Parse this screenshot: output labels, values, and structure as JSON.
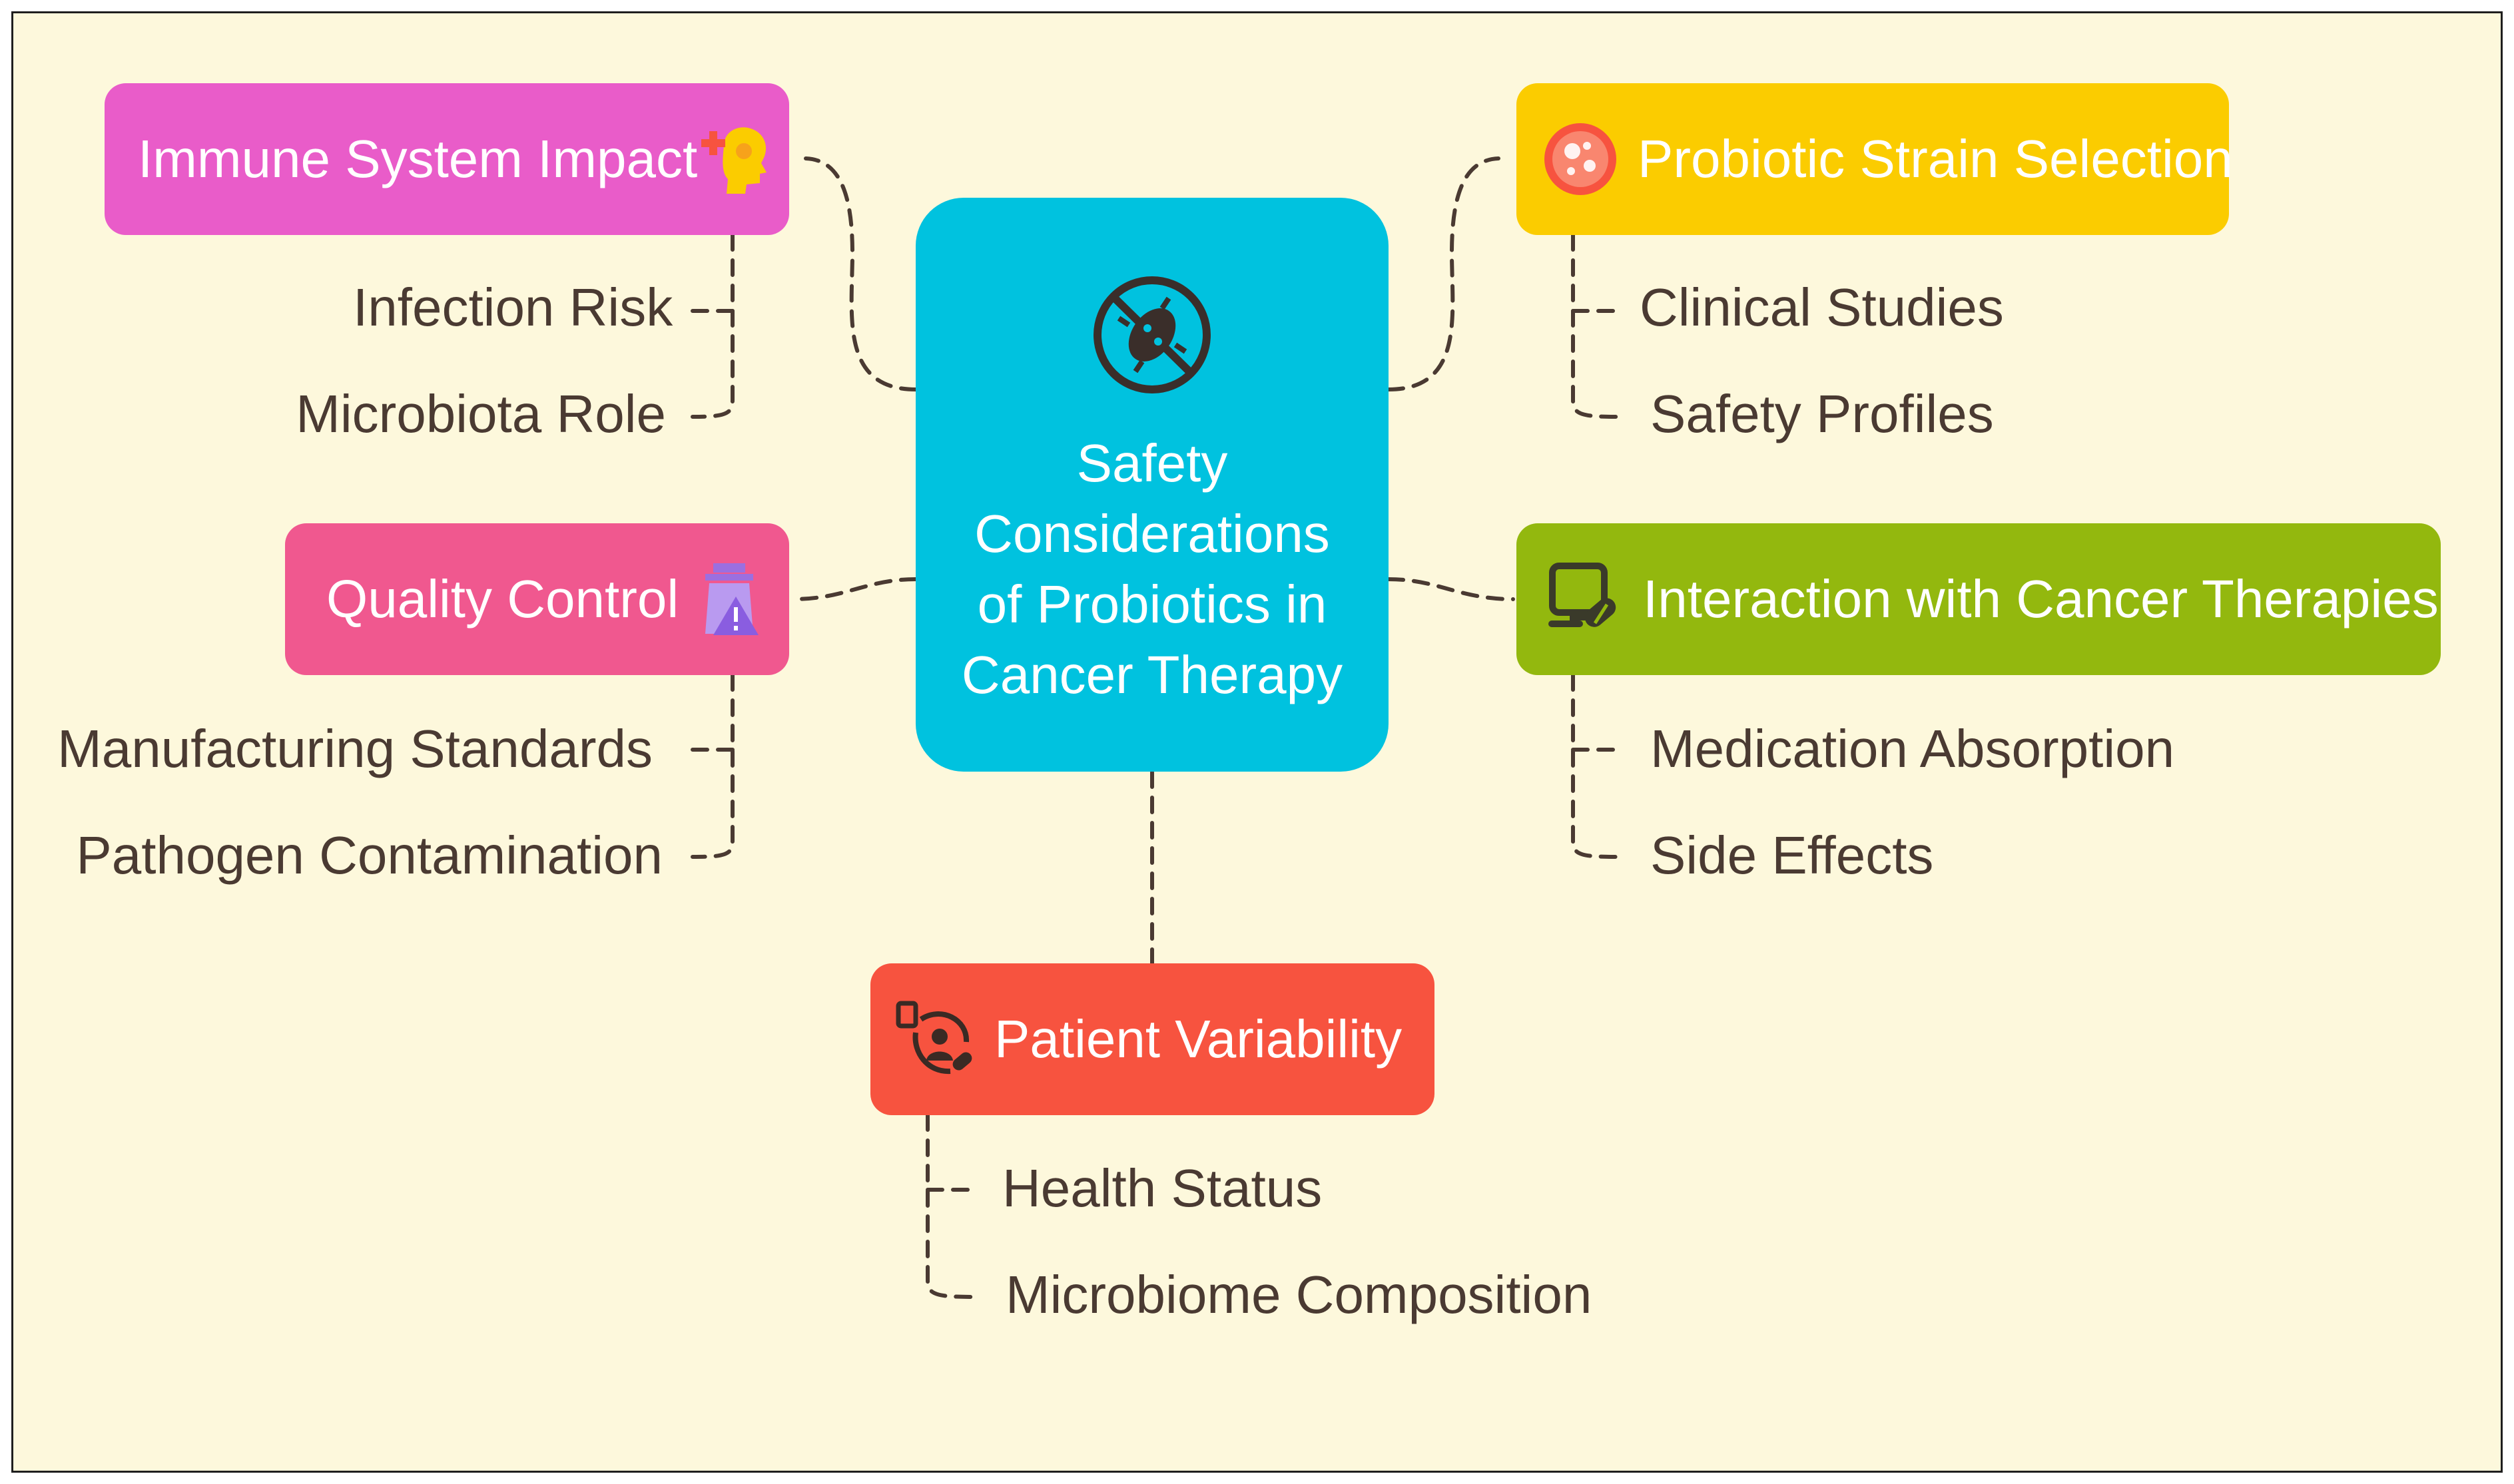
{
  "center": {
    "title_lines": [
      "Safety",
      "Considerations",
      "of Probiotics in",
      "Cancer Therapy"
    ],
    "icon": "bacteria-icon"
  },
  "branches": {
    "immune": {
      "label": "Immune System Impact",
      "color": "#e95cc9",
      "icon": "head-plus-icon",
      "items": [
        "Infection Risk",
        "Microbiota Role"
      ]
    },
    "quality": {
      "label": "Quality Control",
      "color": "#f0588f",
      "icon": "bottle-warning-icon",
      "items": [
        "Manufacturing Standards",
        "Pathogen Contamination"
      ]
    },
    "probiotic": {
      "label": "Probiotic Strain Selection",
      "color": "#fbcc00",
      "icon": "petri-dish-icon",
      "items": [
        "Clinical Studies",
        "Safety Profiles"
      ]
    },
    "interaction": {
      "label": "Interaction with Cancer Therapies",
      "color": "#93b80e",
      "icon": "device-pill-icon",
      "items": [
        "Medication Absorption",
        "Side Effects"
      ]
    },
    "patient": {
      "label": "Patient Variability",
      "color": "#f7533f",
      "icon": "patient-profile-icon",
      "items": [
        "Health Status",
        "Microbiome Composition"
      ]
    }
  },
  "colors": {
    "background": "#fdf8dc",
    "center": "#00c2df",
    "connector": "#4a3a32",
    "text": "#4a3a32"
  }
}
